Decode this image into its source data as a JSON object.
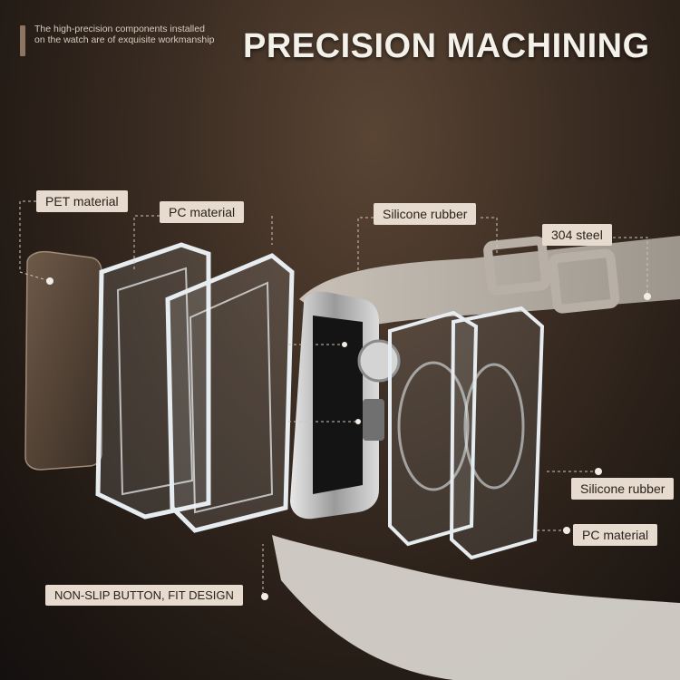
{
  "header": {
    "note": "The high-precision components installed on the watch are of exquisite workmanship",
    "title": "PRECISION MACHINING"
  },
  "labels": {
    "pet_material": "PET material",
    "pc_material_top": "PC  material",
    "silicone_rubber_top": "Silicone rubber",
    "steel_304": "304 steel",
    "silicone_rubber_bottom": "Silicone rubber",
    "pc_material_bottom": "PC  material",
    "non_slip_button": "NON-SLIP BUTTON, FIT DESIGN"
  },
  "colors": {
    "label_bg": "#e6dbce",
    "title_text": "#f4f0ea",
    "leader_line": "#cfc4b8"
  }
}
